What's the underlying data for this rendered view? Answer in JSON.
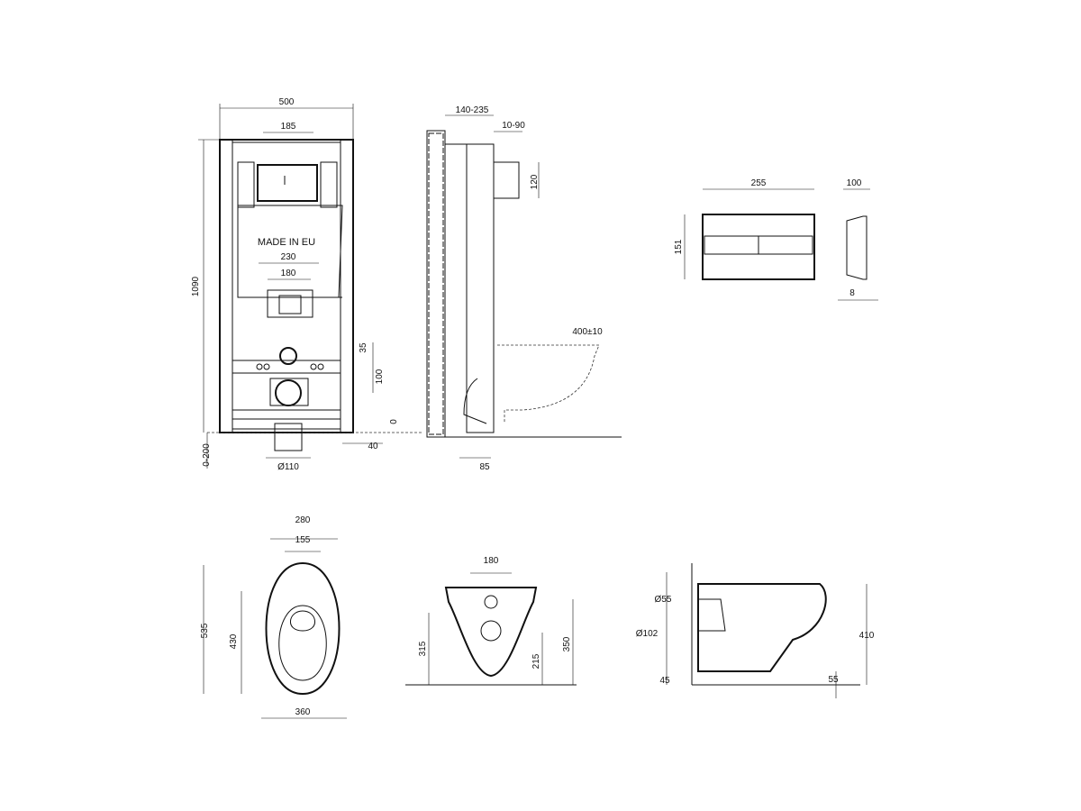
{
  "frame": {
    "width": "500",
    "flush_width": "185",
    "stamp": "MADE IN EU",
    "mount_width": "230",
    "bolt_spacing": "180",
    "height": "1090",
    "d35": "35",
    "d100": "100",
    "zero": "0",
    "d40": "40",
    "leg_range": "0-200",
    "drain_dia": "Ø110"
  },
  "side": {
    "depth": "140-235",
    "adjust": "10-90",
    "d120": "120",
    "bowl_height": "400±10",
    "d85": "85"
  },
  "plate": {
    "width": "255",
    "depth": "100",
    "height": "151",
    "thickness": "8"
  },
  "bowl_top": {
    "width": "280",
    "hole_spacing": "155",
    "length": "535",
    "hole_to_end": "430",
    "seat_width": "360"
  },
  "bowl_back": {
    "bolt_spacing": "180",
    "d315": "315",
    "d350": "350",
    "d215": "215"
  },
  "bowl_side": {
    "inlet": "Ø55",
    "outlet": "Ø102",
    "height": "410",
    "d45": "45",
    "d55": "55"
  }
}
